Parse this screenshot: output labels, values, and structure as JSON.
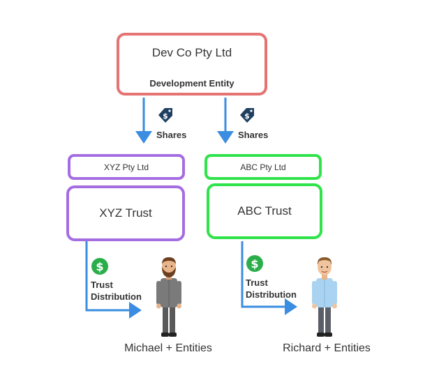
{
  "top": {
    "name": "Dev Co Pty Ltd",
    "role": "Development Entity"
  },
  "left": {
    "edge_label": "Shares",
    "company": "XYZ Pty Ltd",
    "trust": "XYZ Trust",
    "distribution_line1": "Trust",
    "distribution_line2": "Distribution",
    "beneficiary": "Michael + Entities"
  },
  "right": {
    "edge_label": "Shares",
    "company": "ABC Pty Ltd",
    "trust": "ABC Trust",
    "distribution_line1": "Trust",
    "distribution_line2": "Distribution",
    "beneficiary": "Richard + Entities"
  },
  "icons": {
    "shares": "dollar-tag-icon",
    "distribution": "dollar-circle-icon",
    "person": "person-icon"
  },
  "colors": {
    "top_border": "#e57373",
    "left_border": "#a56de2",
    "right_border": "#2fe34a",
    "arrow": "#3a8de0",
    "tag": "#1f3f60",
    "coin": "#2aae4a"
  }
}
